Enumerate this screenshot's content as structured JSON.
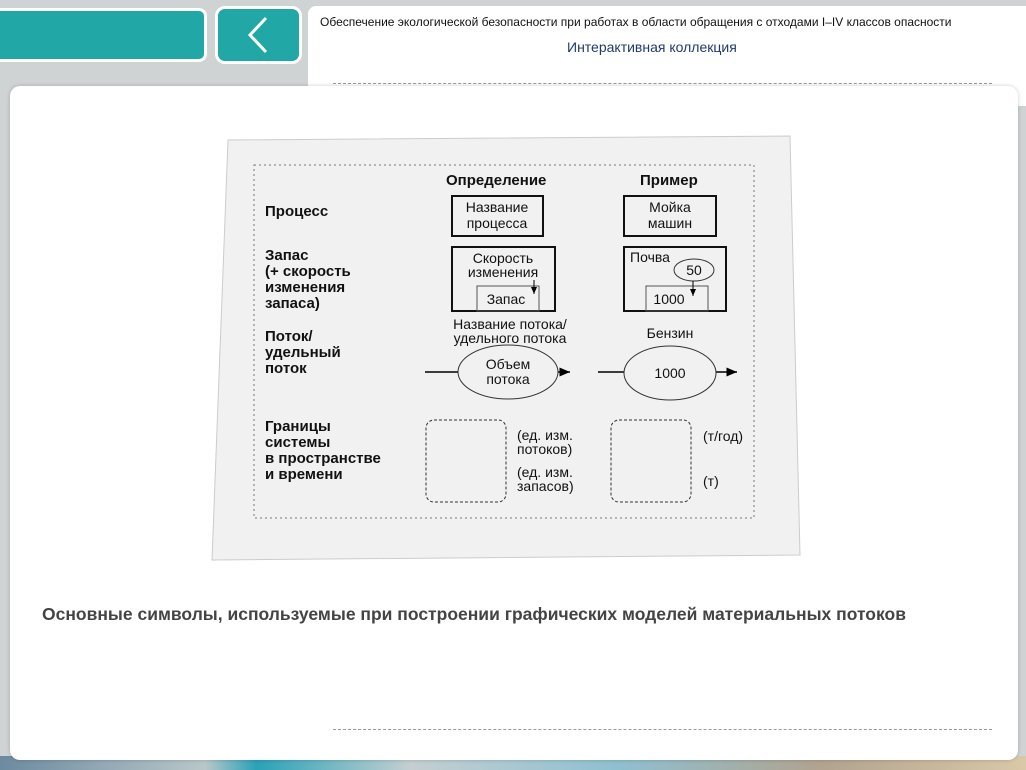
{
  "header": {
    "title": "Обеспечение экологической безопасности при работах в области обращения с отходами I–IV классов опасности",
    "subtitle": "Интерактивная коллекция"
  },
  "nav": {
    "back_icon": "chevron-left-icon"
  },
  "diagram": {
    "col_definition": "Определение",
    "col_example": "Пример",
    "row_process": "Процесс",
    "row_stock": [
      "Запас",
      "(+ скорость",
      "изменения",
      "запаса)"
    ],
    "row_flow": [
      "Поток/",
      "удельный",
      "поток"
    ],
    "row_bounds": [
      "Границы",
      "системы",
      "в пространстве",
      "и времени"
    ],
    "def_process": [
      "Название",
      "процесса"
    ],
    "ex_process": [
      "Мойка",
      "машин"
    ],
    "def_stock_rate": [
      "Скорость",
      "изменения"
    ],
    "def_stock_label": "Запас",
    "ex_stock_label": "Почва",
    "ex_stock_rate": "50",
    "ex_stock_value": "1000",
    "def_flow_name": [
      "Название потока/",
      "удельного потока"
    ],
    "def_flow_value": [
      "Объем",
      "потока"
    ],
    "ex_flow_name": "Бензин",
    "ex_flow_value": "1000",
    "def_units_flow": [
      "(ед. изм.",
      "потоков)"
    ],
    "def_units_stock": [
      "(ед. изм.",
      "запасов)"
    ],
    "ex_units_flow": "(т/год)",
    "ex_units_stock": "(т)"
  },
  "caption": "Основные символы, используемые при построении графических моделей материальных потоков"
}
